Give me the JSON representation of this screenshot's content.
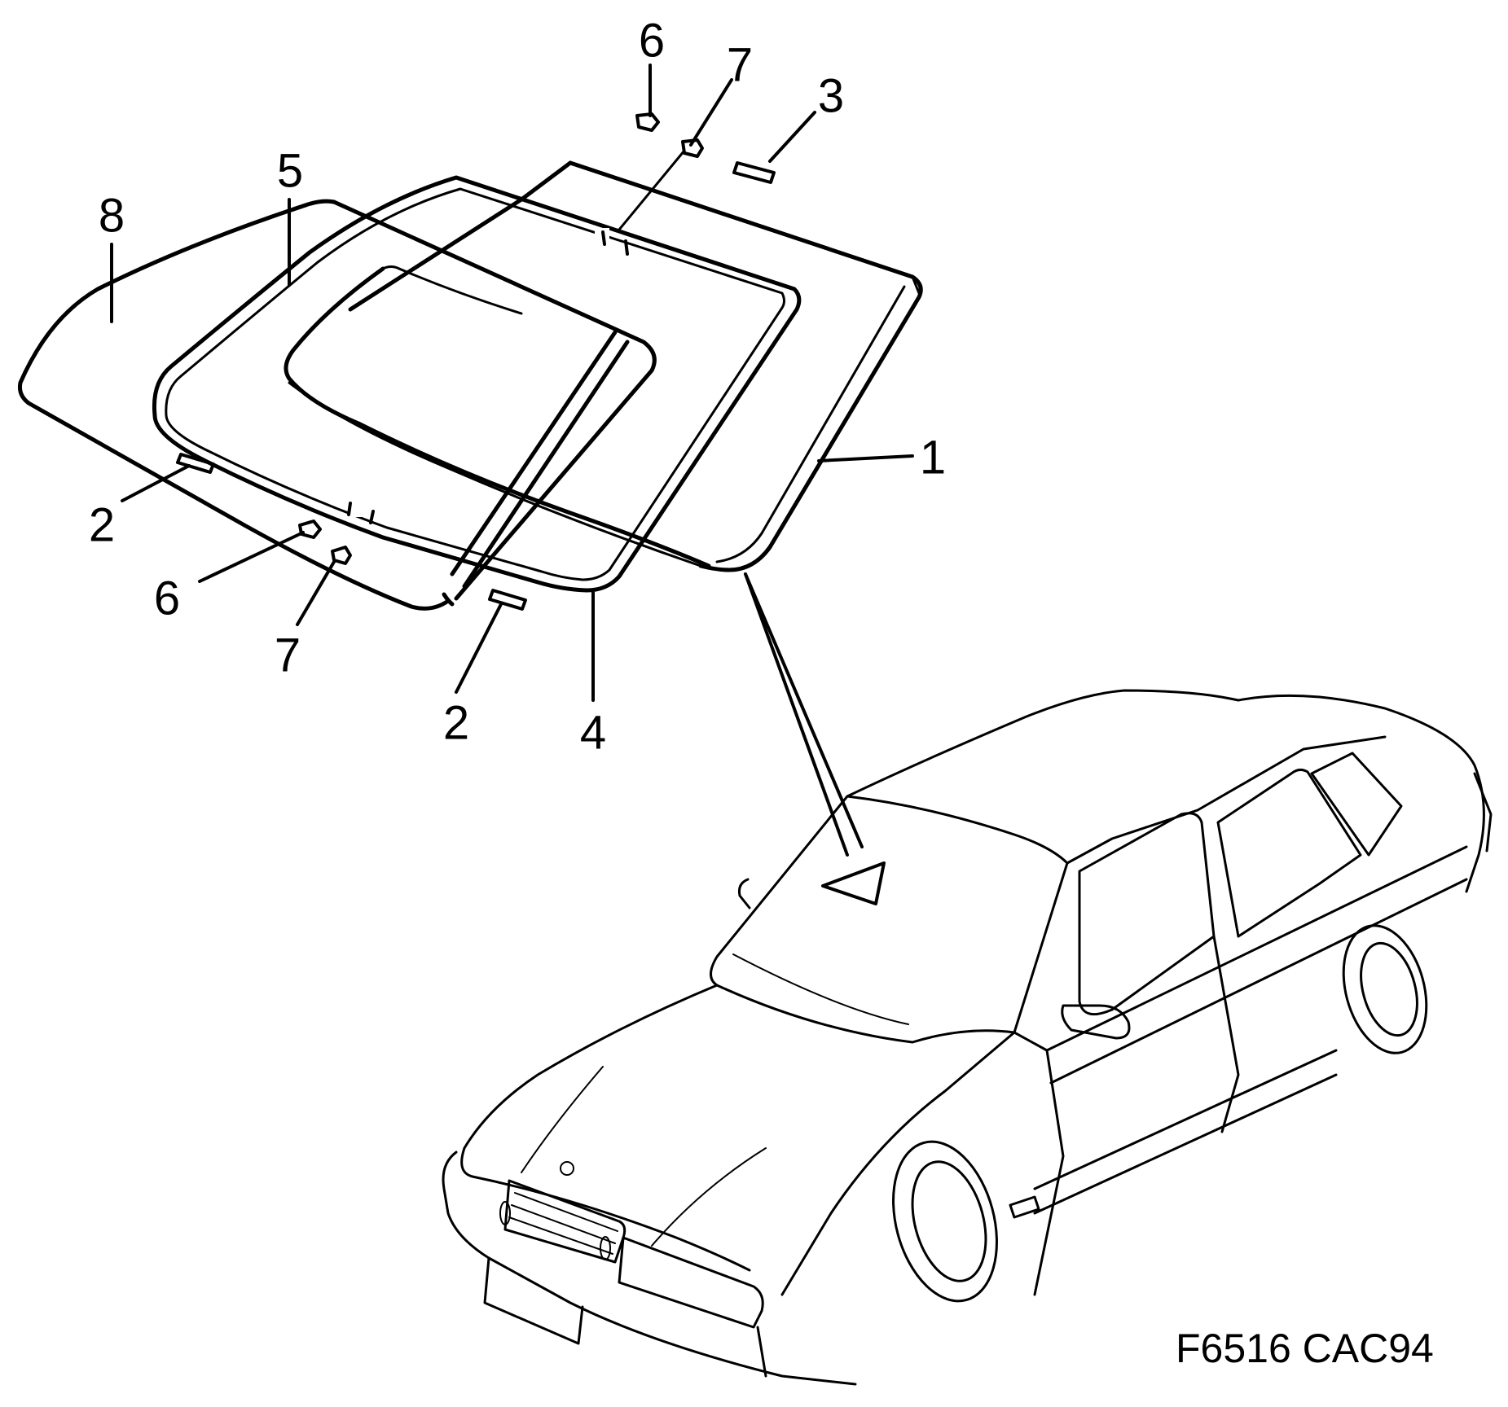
{
  "diagram": {
    "figure_code": "F6516 CAC94",
    "callouts": [
      {
        "id": "c1",
        "label": "1"
      },
      {
        "id": "c2a",
        "label": "2"
      },
      {
        "id": "c2b",
        "label": "2"
      },
      {
        "id": "c3",
        "label": "3"
      },
      {
        "id": "c4",
        "label": "4"
      },
      {
        "id": "c5",
        "label": "5"
      },
      {
        "id": "c6a",
        "label": "6"
      },
      {
        "id": "c6b",
        "label": "6"
      },
      {
        "id": "c7a",
        "label": "7"
      },
      {
        "id": "c7b",
        "label": "7"
      },
      {
        "id": "c8",
        "label": "8"
      }
    ]
  }
}
